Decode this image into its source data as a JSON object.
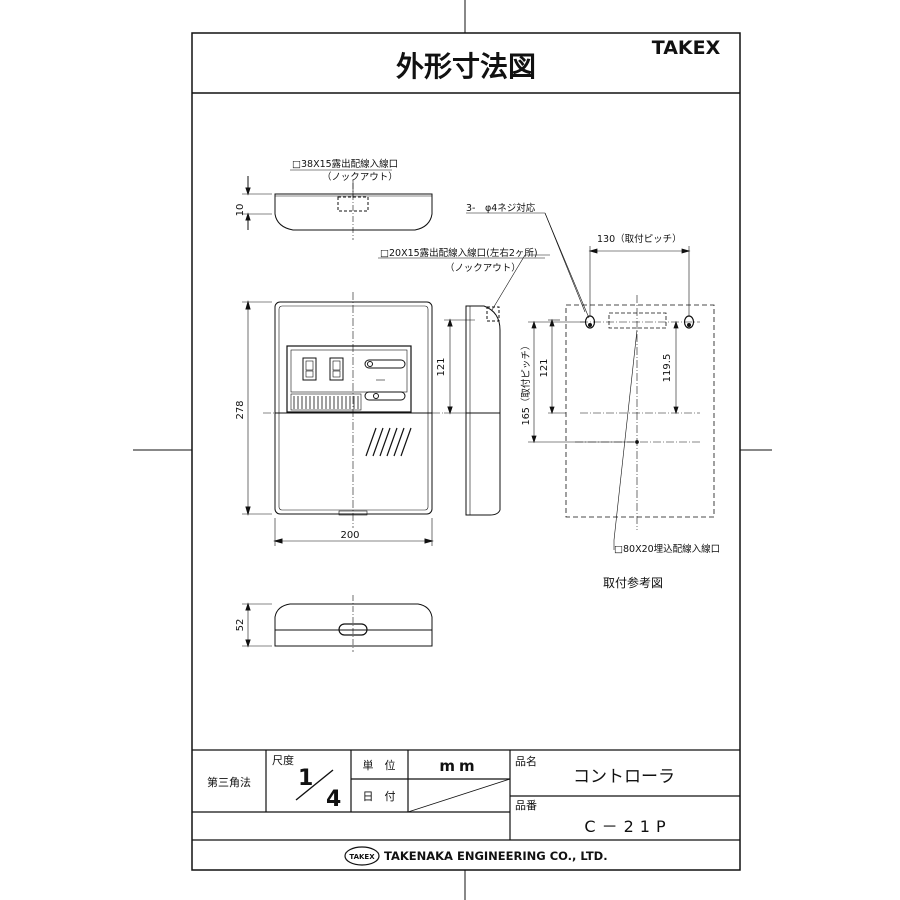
{
  "header": {
    "title": "外形寸法図",
    "brand": "TAKEX"
  },
  "callouts": {
    "top_knockout": "□38X15露出配線入線口",
    "top_knockout_sub": "（ノックアウト）",
    "side_knockout": "□20X15露出配線入線口(左右2ヶ所)",
    "side_knockout_sub": "（ノックアウト）",
    "screw": "3-　φ4ネジ対応",
    "pitch_130": "130（取付ピッチ）",
    "pitch_165": "165（取付ピッチ）",
    "embed_hole": "□80X20埋込配線入線口",
    "mount_ref": "取付参考図"
  },
  "dimensions": {
    "top_depth": "10",
    "height": "278",
    "width": "200",
    "bottom_depth": "52",
    "side_121": "121",
    "mount_121": "121",
    "mount_119_5": "119.5"
  },
  "title_block": {
    "projection": "第三角法",
    "scale_label": "尺度",
    "scale_num": "1",
    "scale_den": "4",
    "unit_label": "単　位",
    "unit_value": "mm",
    "date_label": "日　付",
    "name_label": "品名",
    "name_value": "コントローラ",
    "number_label": "品番",
    "number_value": "C－21P",
    "footer_logo": "TAKEX",
    "footer_company": "TAKENAKA ENGINEERING CO., LTD."
  }
}
